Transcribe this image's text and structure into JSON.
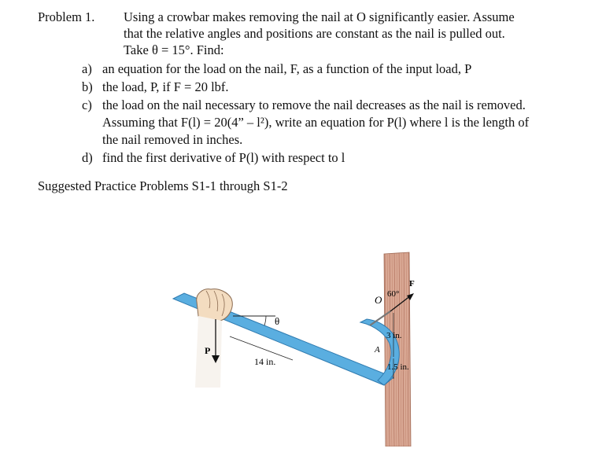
{
  "problem": {
    "label": "Problem 1.",
    "lines": [
      "Using a crowbar makes removing the nail at O significantly easier.  Assume",
      "that the relative angles and positions are constant as the nail is pulled out.",
      "Take θ = 15°.  Find:"
    ]
  },
  "parts": [
    {
      "label": "a)",
      "lines": [
        "an equation for the load on the nail, F, as a function of the input load, P"
      ]
    },
    {
      "label": "b)",
      "lines": [
        "the load, P, if F = 20 lbf."
      ]
    },
    {
      "label": "c)",
      "lines": [
        "the load on the nail necessary to remove the nail decreases as the nail is removed.",
        "Assuming that F(l) = 20(4” – l²), write an equation for P(l) where l is the length of",
        "the nail removed in inches."
      ]
    },
    {
      "label": "d)",
      "lines": [
        "find the first derivative of P(l) with respect to l"
      ]
    }
  ],
  "suggested": "Suggested Practice Problems S1-1 through S1-2",
  "figure": {
    "theta": "θ",
    "P": "P",
    "F": "F",
    "O": "O",
    "A": "A",
    "angle": "60°",
    "dim_3": "3 in.",
    "dim_15": "1.5 in.",
    "dim_14": "14 in.",
    "colors": {
      "crowbar": "#5aaee0",
      "crowbar_dark": "#2f7bb0",
      "wall": "#d9a894",
      "wall_line": "#b77a66",
      "hand": "#f3dcc0"
    }
  }
}
